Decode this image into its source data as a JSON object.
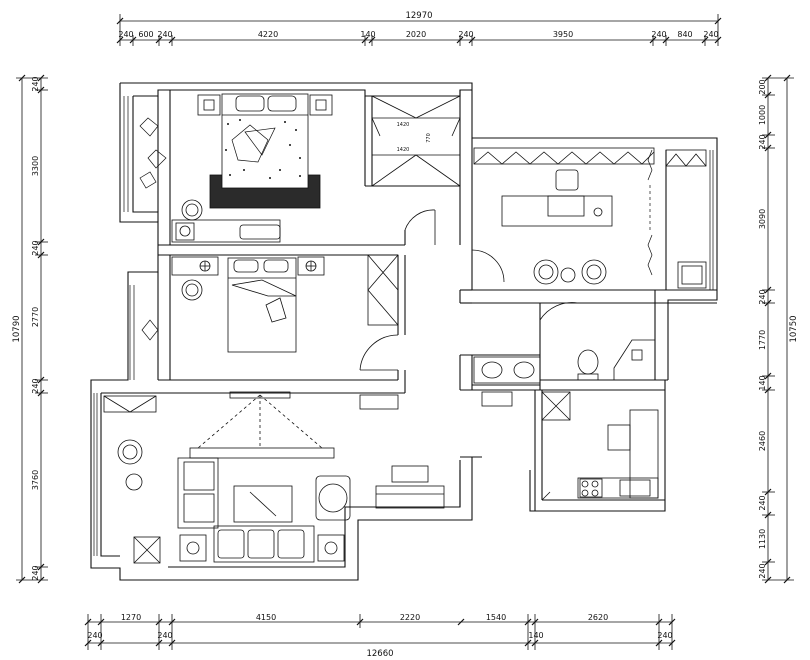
{
  "dimensions": {
    "top_total": "12970",
    "top_segments": [
      "240",
      "600",
      "240",
      "4220",
      "140",
      "2020",
      "240",
      "3950",
      "240",
      "840",
      "240"
    ],
    "bottom_total": "12660",
    "bottom_upper_segments": [
      "1270",
      "4150",
      "2220",
      "1540",
      "2620"
    ],
    "bottom_lower_segments": [
      "240",
      "240",
      "140",
      "240"
    ],
    "left_total": "10790",
    "left_segments": [
      "240",
      "3300",
      "240",
      "2770",
      "240",
      "3760",
      "240"
    ],
    "right_total": "10750",
    "right_segments": [
      "200",
      "1000",
      "240",
      "3090",
      "240",
      "1770",
      "140",
      "2460",
      "240",
      "1130",
      "240"
    ]
  },
  "wardrobe_labels": [
    "1420",
    "1420",
    "770"
  ]
}
